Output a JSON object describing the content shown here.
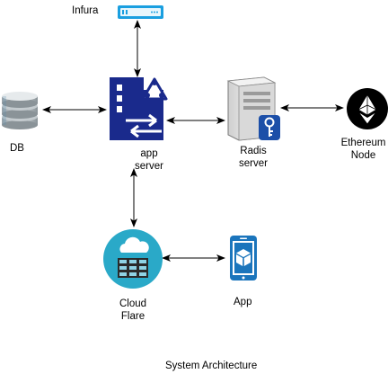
{
  "nodes": {
    "infura": {
      "label": "Infura",
      "icon": "server-rack-icon"
    },
    "db": {
      "label": "DB",
      "icon": "database-icon"
    },
    "app_server": {
      "line1": "app",
      "line2": "server",
      "icon": "network-server-icon"
    },
    "radis_server": {
      "line1": "Radis",
      "line2": "server",
      "icon": "secure-server-icon"
    },
    "ethereum_node": {
      "line1": "Ethereum",
      "line2": "Node",
      "icon": "ethereum-icon"
    },
    "cloud_flare": {
      "line1": "Cloud",
      "line2": "Flare",
      "icon": "cloud-server-icon"
    },
    "app": {
      "label": "App",
      "icon": "mobile-app-icon"
    }
  },
  "edges": [
    {
      "from": "infura",
      "to": "app_server",
      "bidirectional": true
    },
    {
      "from": "db",
      "to": "app_server",
      "bidirectional": true
    },
    {
      "from": "app_server",
      "to": "radis_server",
      "bidirectional": true
    },
    {
      "from": "radis_server",
      "to": "ethereum_node",
      "bidirectional": true
    },
    {
      "from": "app_server",
      "to": "cloud_flare",
      "bidirectional": true
    },
    {
      "from": "cloud_flare",
      "to": "app",
      "bidirectional": true
    }
  ],
  "caption": "System Architecture",
  "colors": {
    "navy": "#1a2a8c",
    "infura_blue": "#1a9fe0",
    "cloud_teal": "#2aa9c8",
    "phone_blue": "#1b75bc",
    "key_blue": "#1c4fa8",
    "ethereum_black": "#000000"
  }
}
